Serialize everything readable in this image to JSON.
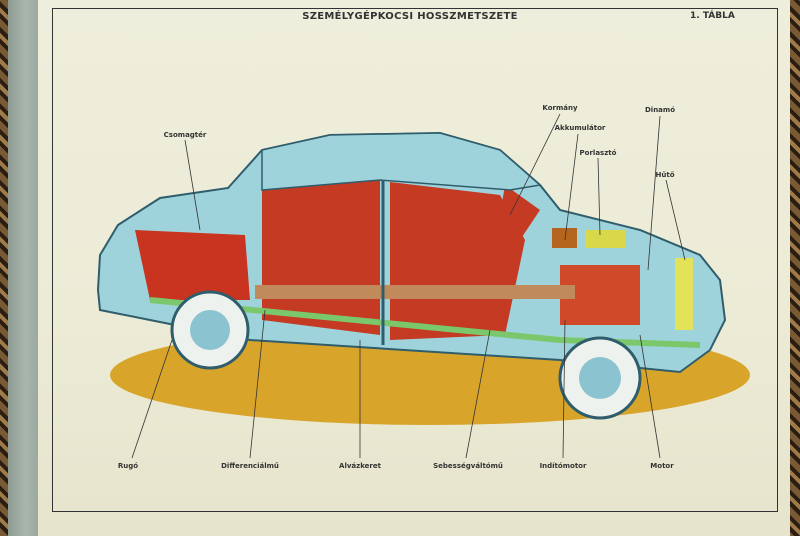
{
  "title": "SZEMÉLYGÉPKOCSI HOSSZMETSZETE",
  "plate": "1. TÁBLA",
  "labels": {
    "kormany": "Kormány",
    "akkumulator": "Akkumulátor",
    "porlaszto": "Porlasztó",
    "dinamo": "Dinamó",
    "huto": "Hűtő",
    "csomagter": "Csomagtér",
    "rugo": "Rugó",
    "differencialmu": "Differenciálmű",
    "alvazkeret": "Alvázkeret",
    "sebessegvaltomu": "Sebességváltómű",
    "inditomotor": "Indítómotor",
    "motor": "Motor"
  }
}
